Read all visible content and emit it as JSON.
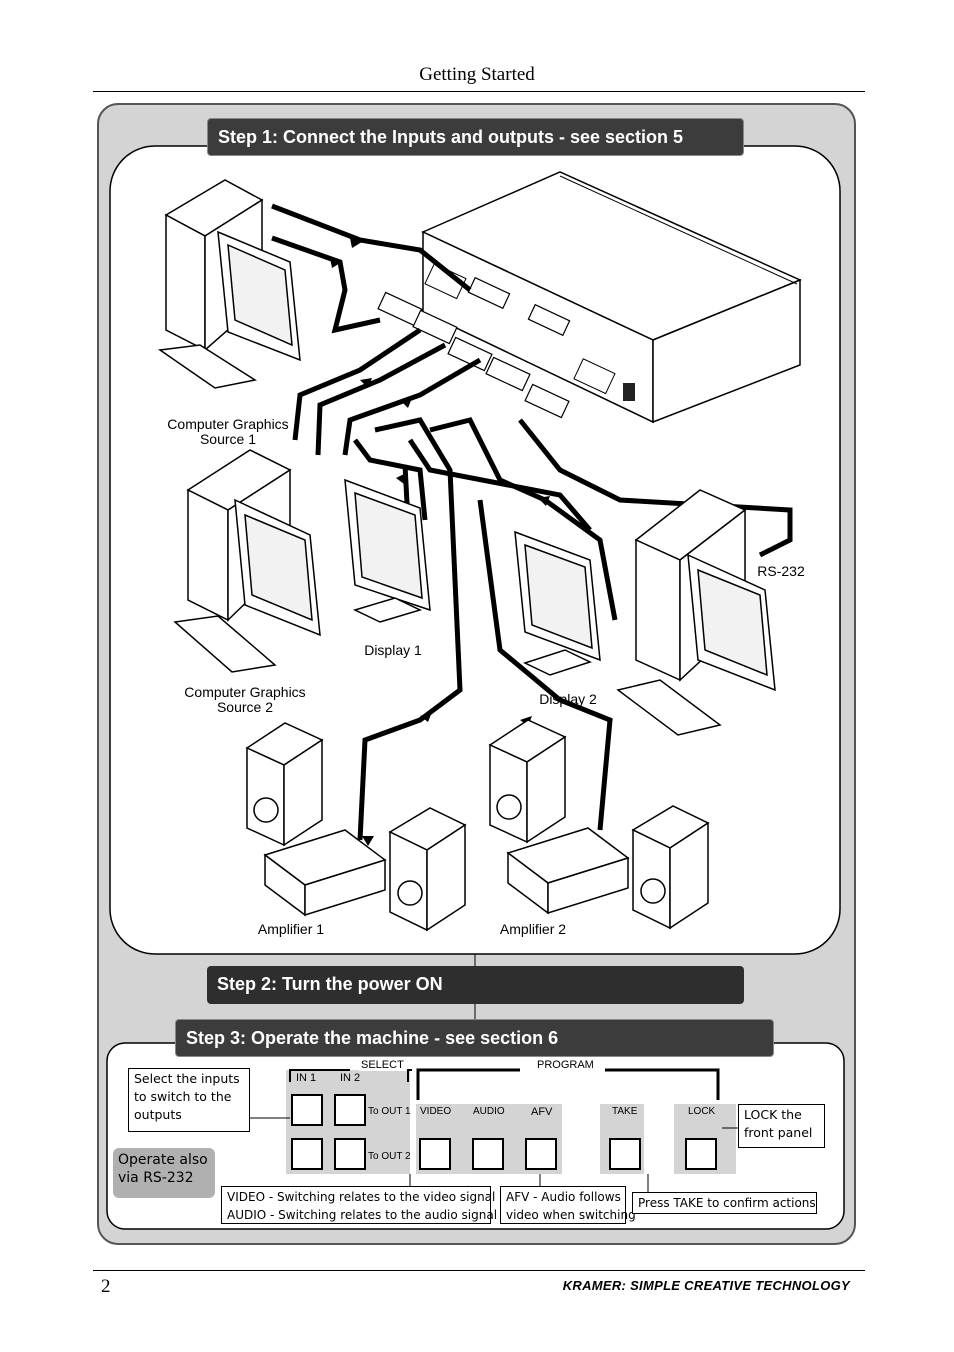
{
  "header": {
    "title": "Getting Started"
  },
  "footer": {
    "page_number": "2",
    "brand": "KRAMER:  SIMPLE CREATIVE TECHNOLOGY"
  },
  "steps": {
    "step1": "Step 1: Connect the Inputs and outputs - see section 5",
    "step2": "Step 2: Turn the power ON",
    "step3": "Step 3: Operate the machine - see section 6"
  },
  "diagram": {
    "source1": "Computer Graphics\nSource 1",
    "source2": "Computer Graphics\nSource 2",
    "display1": "Display 1",
    "display2": "Display 2",
    "rs232": "RS-232",
    "amp1": "Amplifier 1",
    "amp2": "Amplifier 2"
  },
  "panel": {
    "select_label": "SELECT",
    "program_label": "PROGRAM",
    "in1": "IN 1",
    "in2": "IN 2",
    "to_out1": "To OUT 1",
    "to_out2": "To OUT 2",
    "video": "VIDEO",
    "audio": "AUDIO",
    "afv": "AFV",
    "take": "TAKE",
    "lock": "LOCK"
  },
  "callouts": {
    "select_inputs": "Select the inputs\nto switch to the\noutputs",
    "lock_panel": "LOCK the\nfront panel",
    "rs232": "Operate also\nvia RS-232",
    "video_audio": "VIDEO - Switching relates to the video signal\nAUDIO - Switching relates to the audio signal",
    "afv": "AFV - Audio follows\nvideo when switching",
    "take": "Press TAKE to confirm actions"
  }
}
